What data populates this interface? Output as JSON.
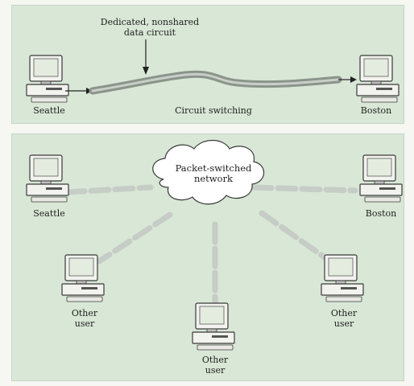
{
  "top_panel": {
    "callout_line1": "Dedicated, nonshared",
    "callout_line2": "data circuit",
    "left_computer_label": "Seattle",
    "right_computer_label": "Boston",
    "caption": "Circuit switching"
  },
  "bottom_panel": {
    "cloud_line1": "Packet-switched",
    "cloud_line2": "network",
    "left_computer_label": "Seattle",
    "right_computer_label": "Boston",
    "other_user_left_line1": "Other",
    "other_user_left_line2": "user",
    "other_user_center_line1": "Other",
    "other_user_center_line2": "user",
    "other_user_right_line1": "Other",
    "other_user_right_line2": "user"
  },
  "colors": {
    "panel_bg": "#d9e7d6",
    "circuit": "#8b948b",
    "packet_dash": "#c6ccc6",
    "cloud_fill": "#ffffff",
    "monitor_screen": "#e4ecdf"
  }
}
